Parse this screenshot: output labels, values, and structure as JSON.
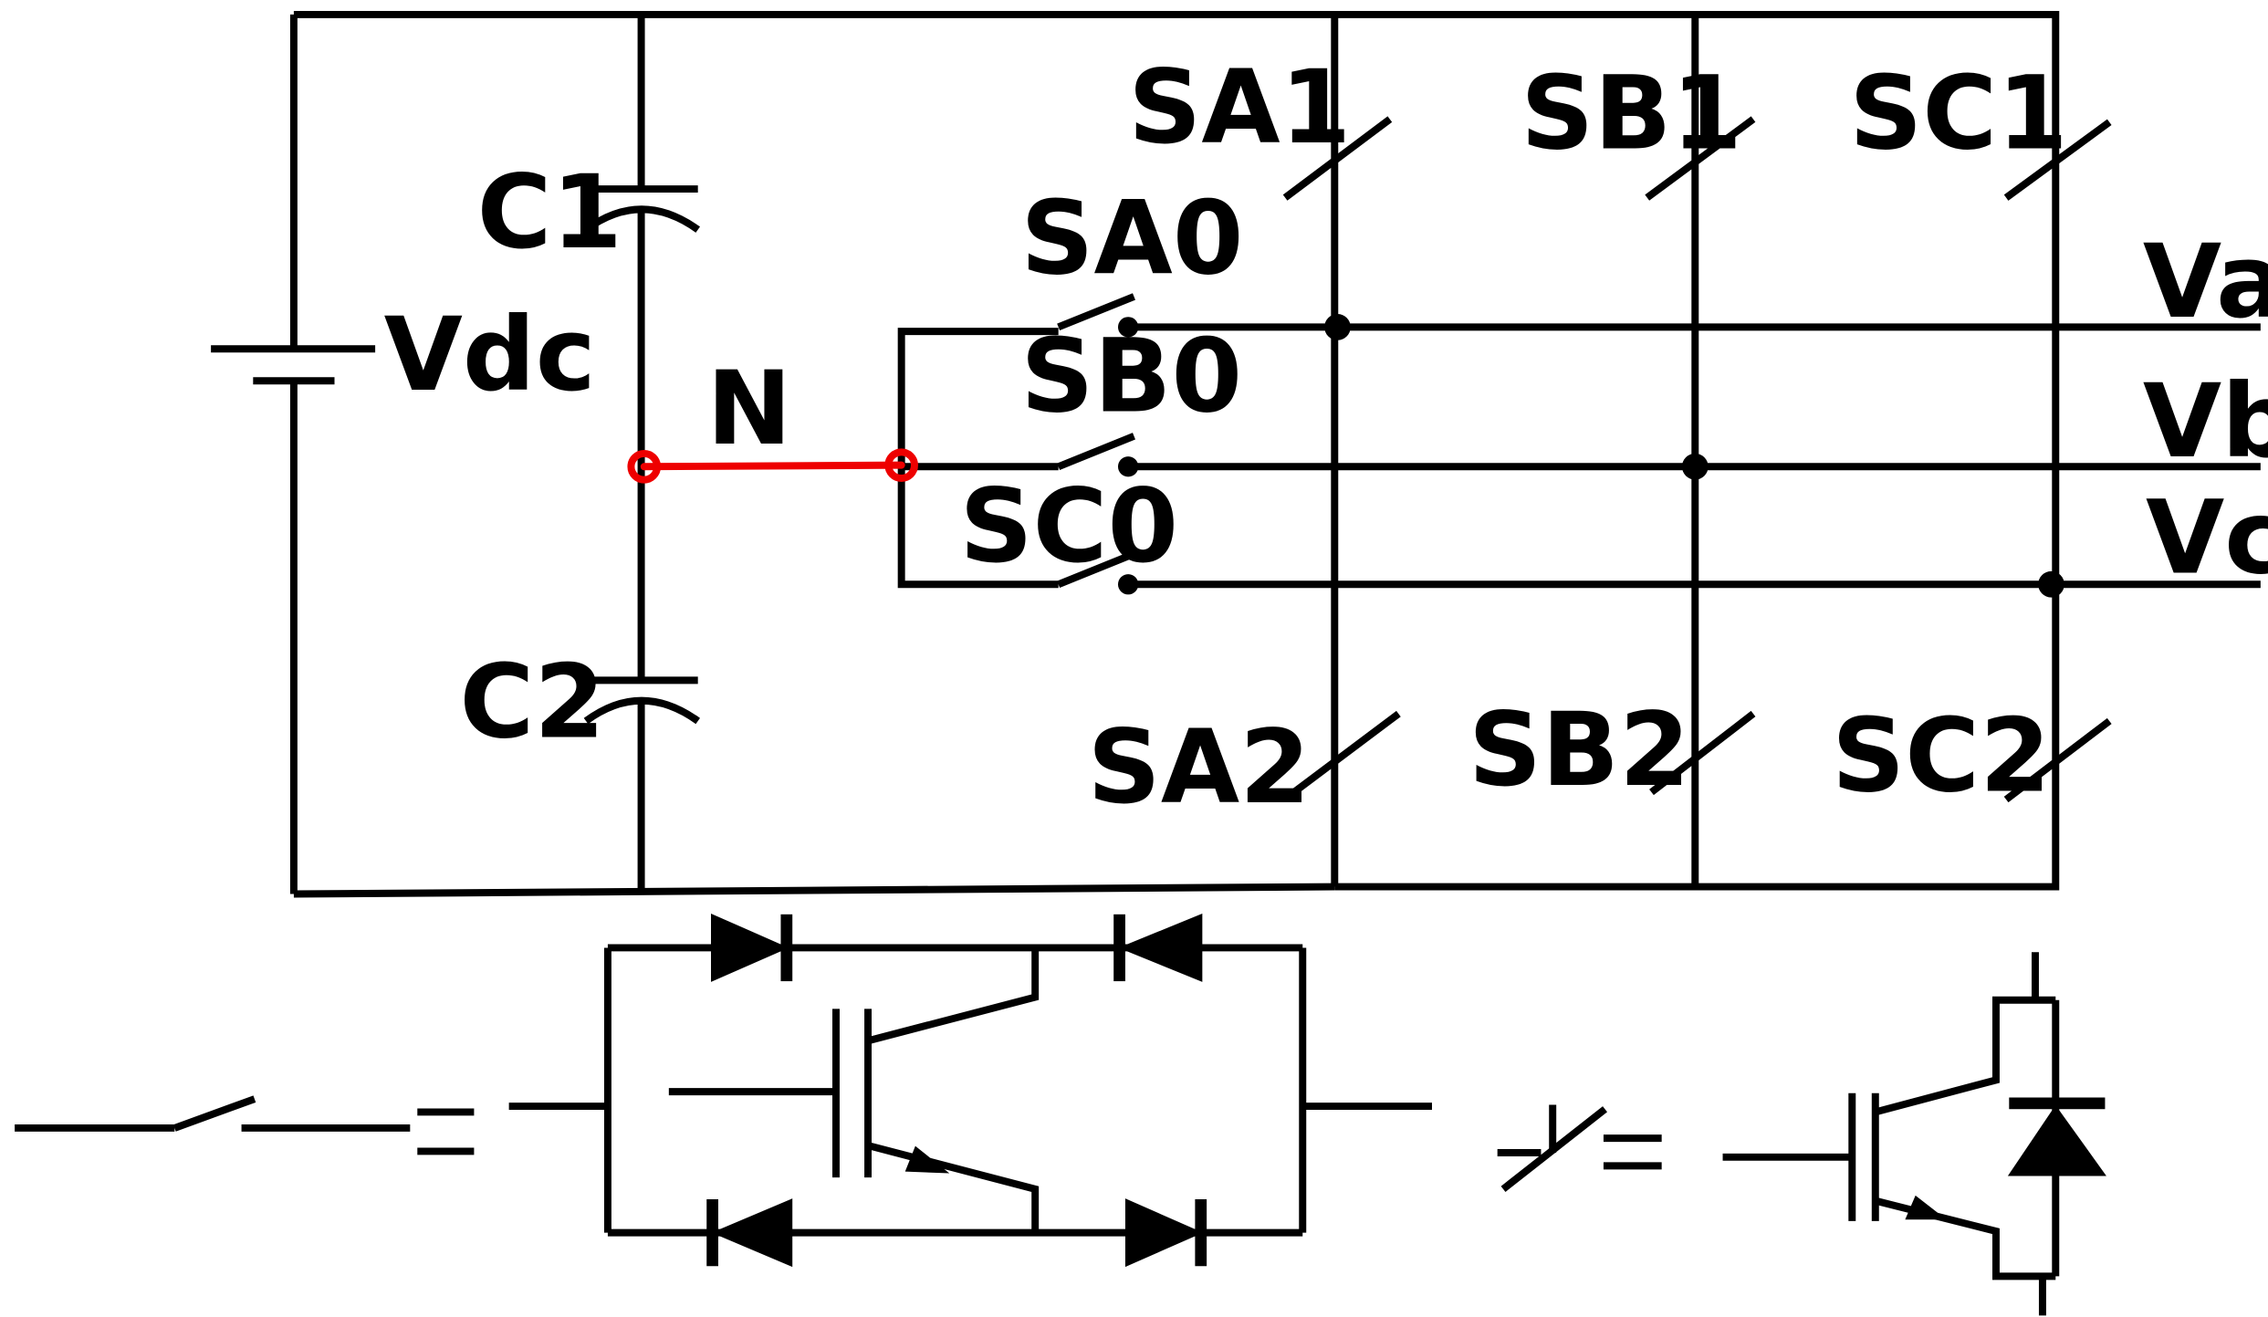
{
  "labels": {
    "vdc": "Vdc",
    "c1": "C1",
    "c2": "C2",
    "n": "N",
    "sa1": "SA1",
    "sb1": "SB1",
    "sc1": "SC1",
    "sa0": "SA0",
    "sb0": "SB0",
    "sc0": "SC0",
    "sa2": "SA2",
    "sb2": "SB2",
    "sc2": "SC2",
    "va": "Va",
    "vb": "Vb",
    "vc": "Vc"
  },
  "colors": {
    "wire": "#000000",
    "neutral": "#ee0000"
  }
}
